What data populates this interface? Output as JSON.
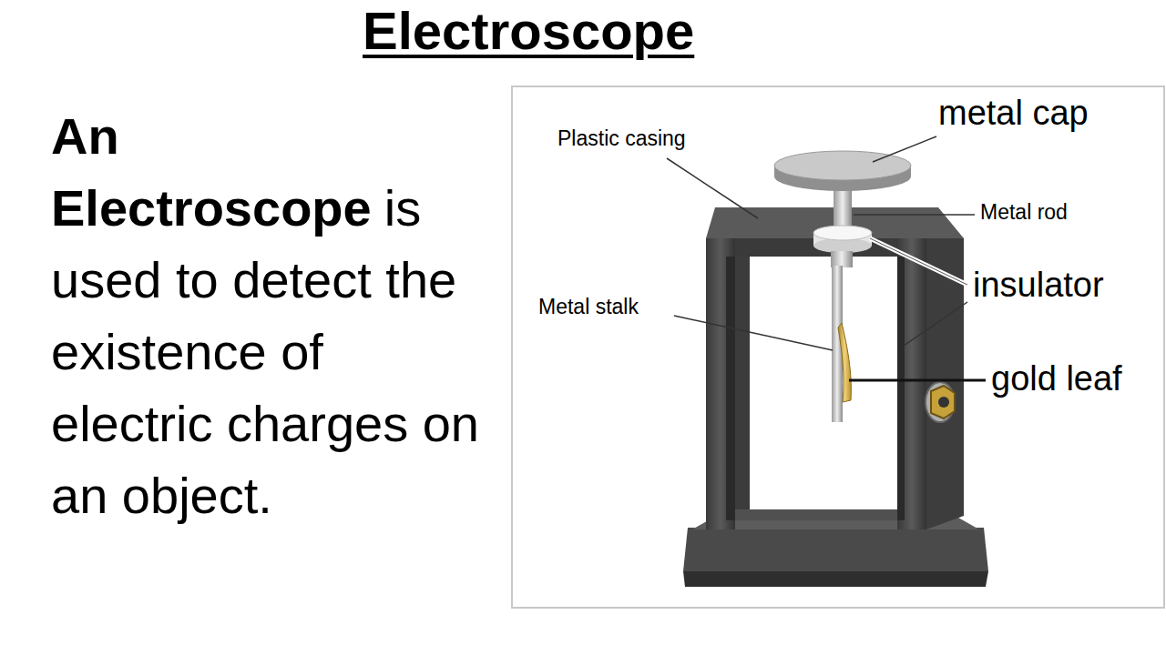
{
  "diagram": {
    "title": "Electroscope",
    "labels": [
      "An Electroscope",
      "is used to detect the existence of electric charges on an object.",
      "metal cap",
      "Plastic casing",
      "Metal rod",
      "insulator",
      "Metal stalk",
      "gold leaf"
    ]
  }
}
